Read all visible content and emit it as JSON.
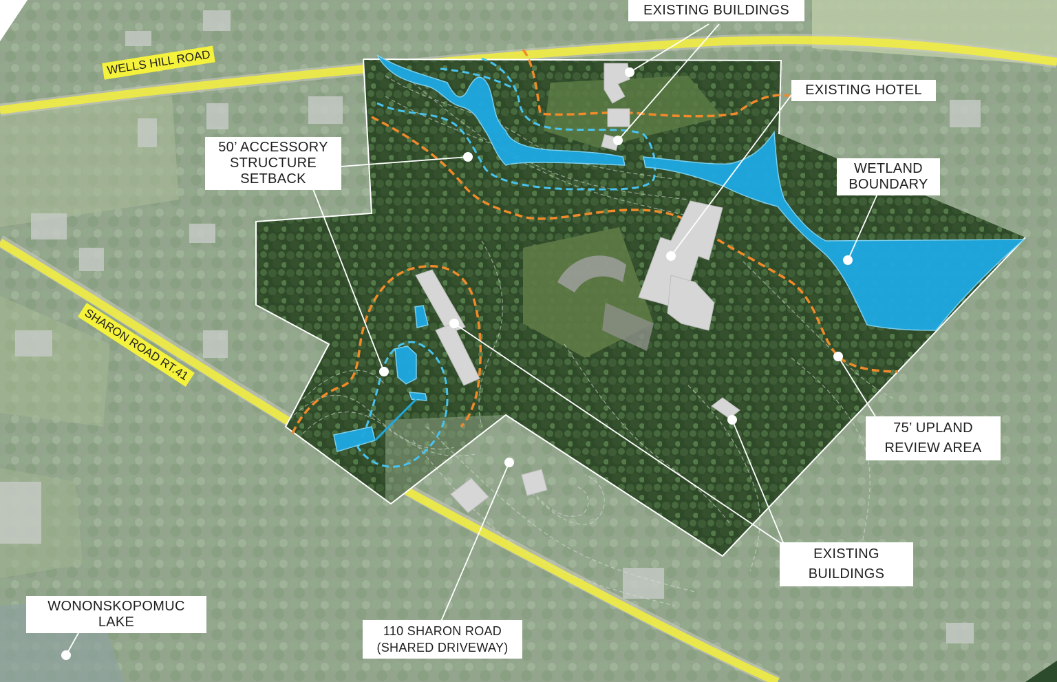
{
  "labels": {
    "existing_buildings_top": "EXISTING BUILDINGS",
    "existing_hotel": "EXISTING HOTEL",
    "wetland_boundary": [
      "WETLAND",
      "BOUNDARY"
    ],
    "accessory_setback": [
      "50’ ACCESSORY",
      "STRUCTURE",
      "SETBACK"
    ],
    "upland_review": [
      "75’ UPLAND",
      "REVIEW AREA"
    ],
    "existing_buildings_bottom": [
      "EXISTING",
      "BUILDINGS"
    ],
    "shared_driveway": [
      "110 SHARON ROAD",
      "(SHARED DRIVEWAY)"
    ],
    "lake": [
      "WONONSKOPOMUC",
      "LAKE"
    ]
  },
  "roads": {
    "wells_hill": "WELLS HILL ROAD",
    "sharon": "SHARON ROAD RT.41"
  },
  "colors": {
    "road_highlight": "#f2ee3c",
    "wetland_fill": "#1ea9e3",
    "upland_line": "#f08a2a",
    "setback_line": "#49c3ef",
    "building_fill": "#d6d6d6",
    "parcel_line": "#ffffff",
    "forest_dark": "#2f4a28",
    "forest_faded": "#8aa084"
  }
}
